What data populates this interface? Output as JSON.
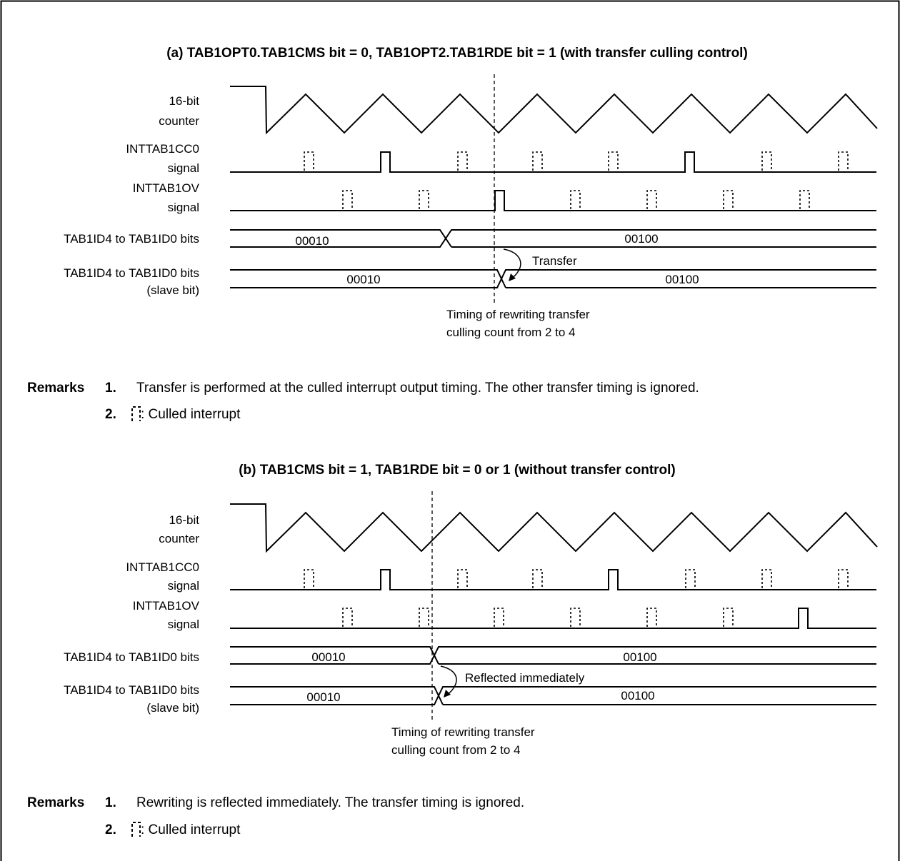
{
  "panels": [
    {
      "title": "(a)  TAB1OPT0.TAB1CMS bit = 0, TAB1OPT2.TAB1RDE bit = 1 (with transfer culling control)",
      "counter_label": [
        "16-bit",
        "counter"
      ],
      "cc0_label": [
        "INTTAB1CC0",
        "signal"
      ],
      "ov_label": [
        "INTTAB1OV",
        "signal"
      ],
      "bits_label": "TAB1ID4 to TAB1ID0 bits",
      "slave_label": [
        "TAB1ID4 to TAB1ID0 bits",
        "(slave bit)"
      ],
      "bits_before": "00010",
      "bits_after": "00100",
      "slave_before": "00010",
      "slave_after": "00100",
      "arrow_label": "Transfer",
      "timing_note": [
        "Timing of rewriting transfer",
        "culling count from 2 to 4"
      ],
      "remarks_heading": "Remarks",
      "remark_1_num": "1.",
      "remark_1": "Transfer is performed at the culled interrupt output timing.  The other transfer timing is ignored.",
      "remark_2_num": "2.",
      "remark_2": ": Culled interrupt"
    },
    {
      "title": "(b)  TAB1CMS bit = 1, TAB1RDE bit = 0 or 1 (without transfer control)",
      "counter_label": [
        "16-bit",
        "counter"
      ],
      "cc0_label": [
        "INTTAB1CC0",
        "signal"
      ],
      "ov_label": [
        "INTTAB1OV",
        "signal"
      ],
      "bits_label": "TAB1ID4 to TAB1ID0 bits",
      "slave_label": [
        "TAB1ID4 to TAB1ID0 bits",
        "(slave bit)"
      ],
      "bits_before": "00010",
      "bits_after": "00100",
      "slave_before": "00010",
      "slave_after": "00100",
      "arrow_label": "Reflected immediately",
      "timing_note": [
        "Timing of rewriting transfer",
        "culling count from 2 to 4"
      ],
      "remarks_heading": "Remarks",
      "remark_1_num": "1.",
      "remark_1": "Rewriting is reflected immediately.  The transfer timing is ignored.",
      "remark_2_num": "2.",
      "remark_2": ": Culled interrupt"
    }
  ]
}
